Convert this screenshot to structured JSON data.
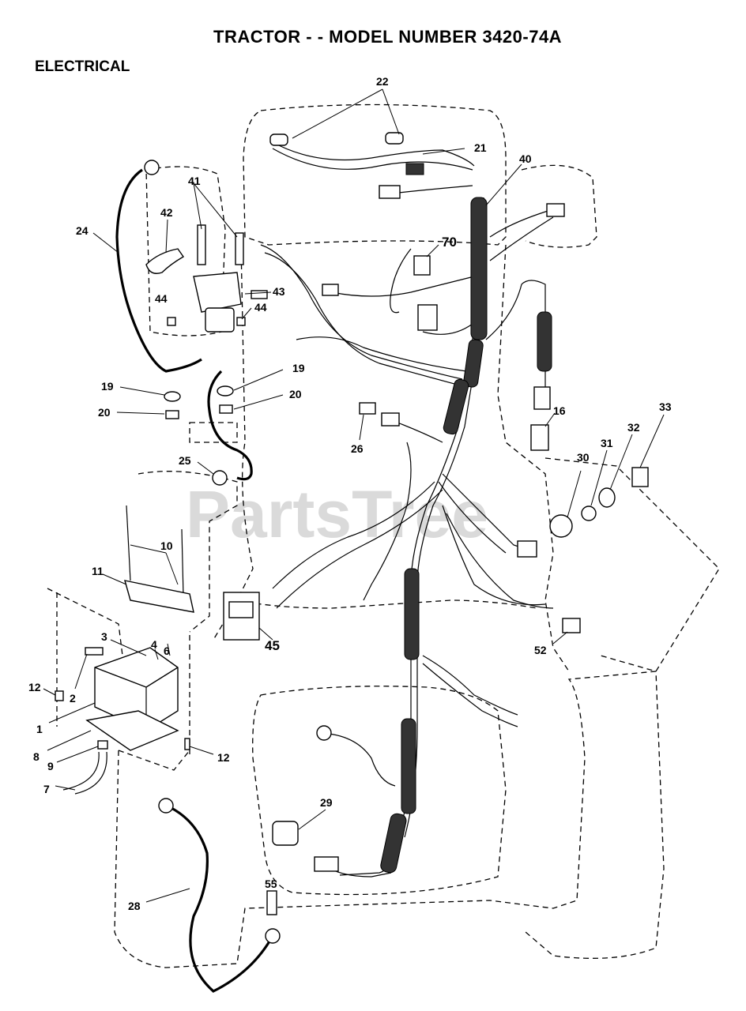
{
  "header": {
    "title": "TRACTOR - - MODEL NUMBER 3420-74A",
    "section": "ELECTRICAL"
  },
  "watermark": "PartsTree",
  "callouts": {
    "c1": "1",
    "c2": "2",
    "c3": "3",
    "c4": "4",
    "c6": "6",
    "c7": "7",
    "c8": "8",
    "c9": "9",
    "c10": "10",
    "c11": "11",
    "c12a": "12",
    "c12b": "12",
    "c16": "16",
    "c19a": "19",
    "c19b": "19",
    "c20a": "20",
    "c20b": "20",
    "c21": "21",
    "c22": "22",
    "c24": "24",
    "c25": "25",
    "c26": "26",
    "c28": "28",
    "c29": "29",
    "c30": "30",
    "c31": "31",
    "c32": "32",
    "c33": "33",
    "c40": "40",
    "c41": "41",
    "c42": "42",
    "c43": "43",
    "c44a": "44",
    "c44b": "44",
    "c45": "45",
    "c52": "52",
    "c55": "55",
    "c70": "70"
  }
}
